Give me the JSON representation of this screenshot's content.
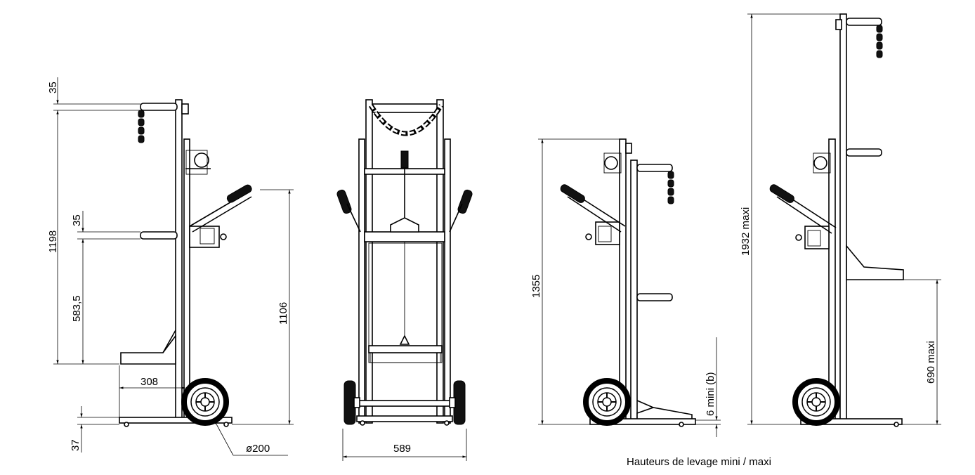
{
  "dimensions": {
    "top_bar_offset": "35",
    "side_total_height": "1198",
    "mid_bar_offset": "35",
    "platform_to_bar": "583,5",
    "handle_height": "1106",
    "platform_depth": "308",
    "ground_clearance": "37",
    "wheel_diameter": "ø200",
    "total_width": "589",
    "min_height": "1355",
    "min_lift": "6 mini (b)",
    "max_height": "1932 maxi",
    "max_lift": "690 maxi"
  },
  "caption": "Hauteurs de levage mini / maxi"
}
